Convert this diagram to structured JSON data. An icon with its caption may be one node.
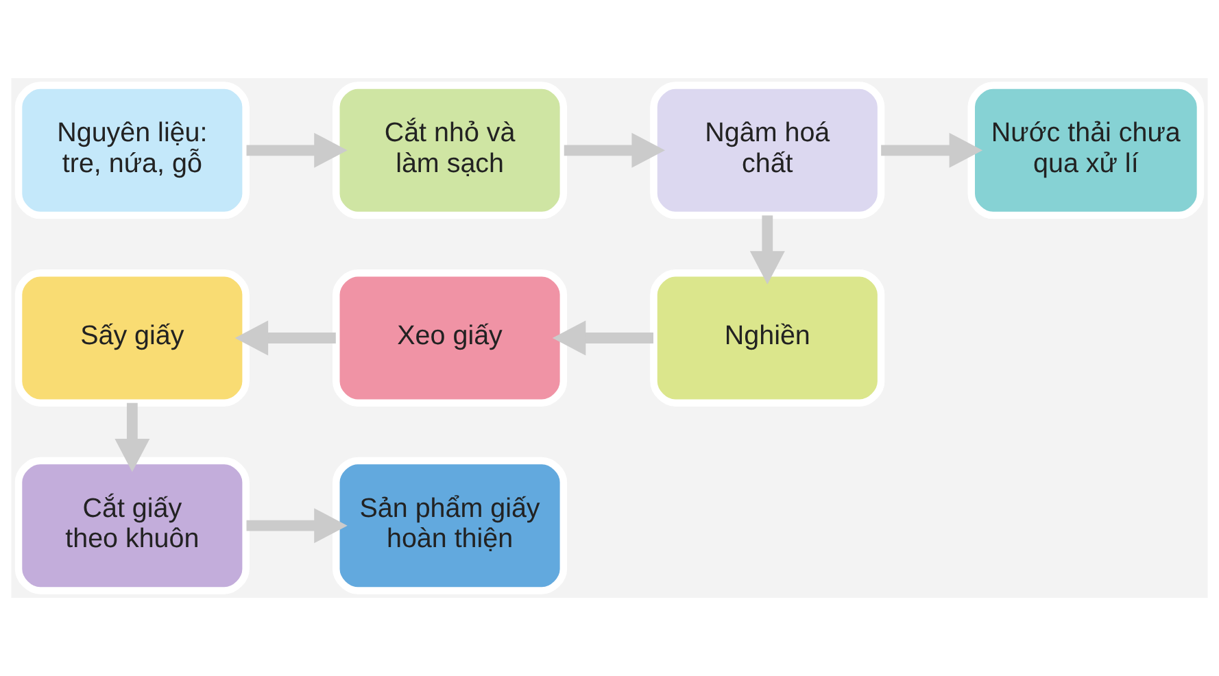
{
  "diagram": {
    "nodes": [
      {
        "text": [
          "Nguyên liệu: tre, nứa, gỗ"
        ]
      },
      {
        "text": [
          "Cắt nhỏ và làm sạch"
        ]
      },
      {
        "text": [
          "Ngâm hoá chất"
        ]
      },
      {
        "text": [
          "Nước thải chưa qua xử lí"
        ]
      },
      {
        "text": [
          "Nghiền"
        ]
      },
      {
        "text": [
          "Xeo giấy"
        ]
      },
      {
        "text": [
          "Sấy giấy"
        ]
      },
      {
        "text": [
          "Cắt giấy theo khuôn"
        ]
      },
      {
        "text": [
          "Sản phẩm giấy hoàn thiện"
        ]
      }
    ],
    "edges": [
      {
        "from": 0,
        "to": 1,
        "arrow": "to"
      },
      {
        "from": 1,
        "to": 2,
        "arrow": "to"
      },
      {
        "from": 2,
        "to": 3,
        "arrow": "to"
      },
      {
        "from": 2,
        "to": 4,
        "arrow": "to"
      },
      {
        "from": 4,
        "to": 5,
        "arrow": "to"
      },
      {
        "from": 5,
        "to": 6,
        "arrow": "to"
      },
      {
        "from": 6,
        "to": 7,
        "arrow": "to"
      },
      {
        "from": 7,
        "to": 8,
        "arrow": "to"
      }
    ]
  }
}
